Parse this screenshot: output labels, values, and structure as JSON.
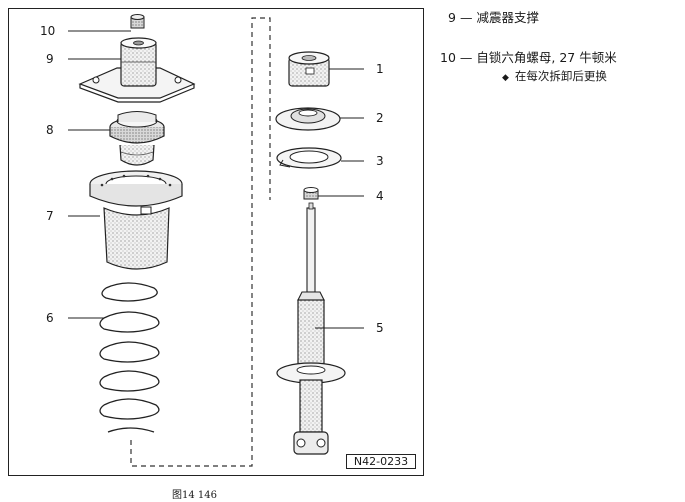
{
  "callouts": [
    "1",
    "2",
    "3",
    "4",
    "5",
    "6",
    "7",
    "8",
    "9",
    "10"
  ],
  "figure_code": "N42-0233",
  "caption": "图14 146",
  "legend": [
    {
      "num": "9",
      "dash": "—",
      "text": "减震器支撑"
    },
    {
      "num": "10",
      "dash": "—",
      "text": "自锁六角螺母, 27 牛顿米"
    }
  ],
  "legend_note": {
    "bullet": "◆",
    "text": "在每次拆卸后更换"
  }
}
